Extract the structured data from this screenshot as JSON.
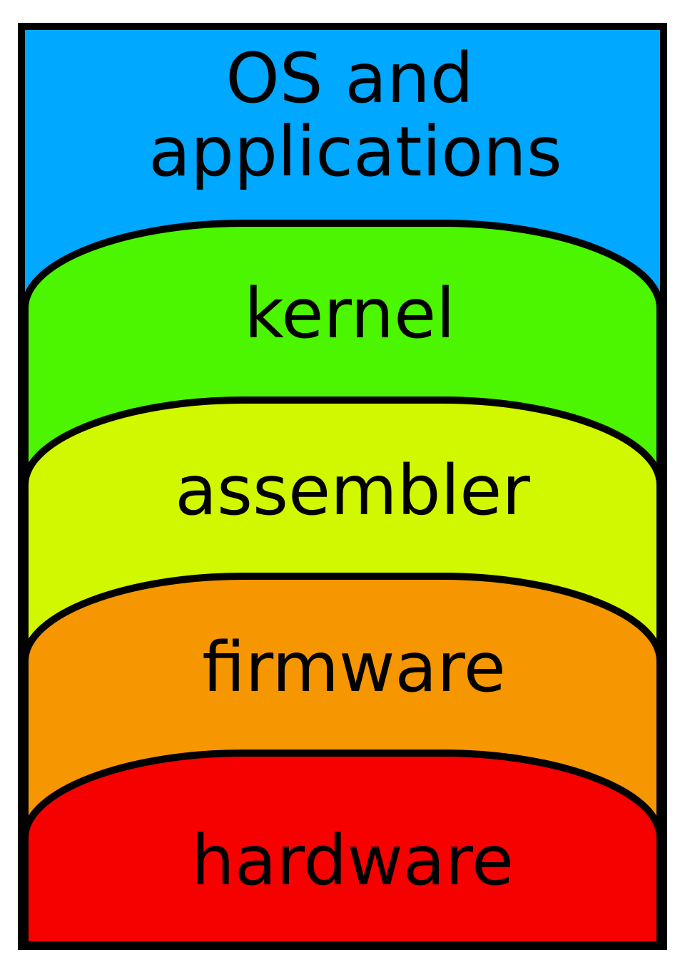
{
  "diagram": {
    "layers": [
      {
        "id": "os",
        "lines": [
          "OS and",
          "applications"
        ],
        "color": "#00a8ff"
      },
      {
        "id": "kernel",
        "lines": [
          "kernel"
        ],
        "color": "#4cf600"
      },
      {
        "id": "assembler",
        "lines": [
          "assembler"
        ],
        "color": "#d2f800"
      },
      {
        "id": "firmware",
        "lines": [
          "firmware"
        ],
        "color": "#f69600"
      },
      {
        "id": "hardware",
        "lines": [
          "hardware"
        ],
        "color": "#f60000"
      }
    ],
    "outline_color": "#000000"
  }
}
